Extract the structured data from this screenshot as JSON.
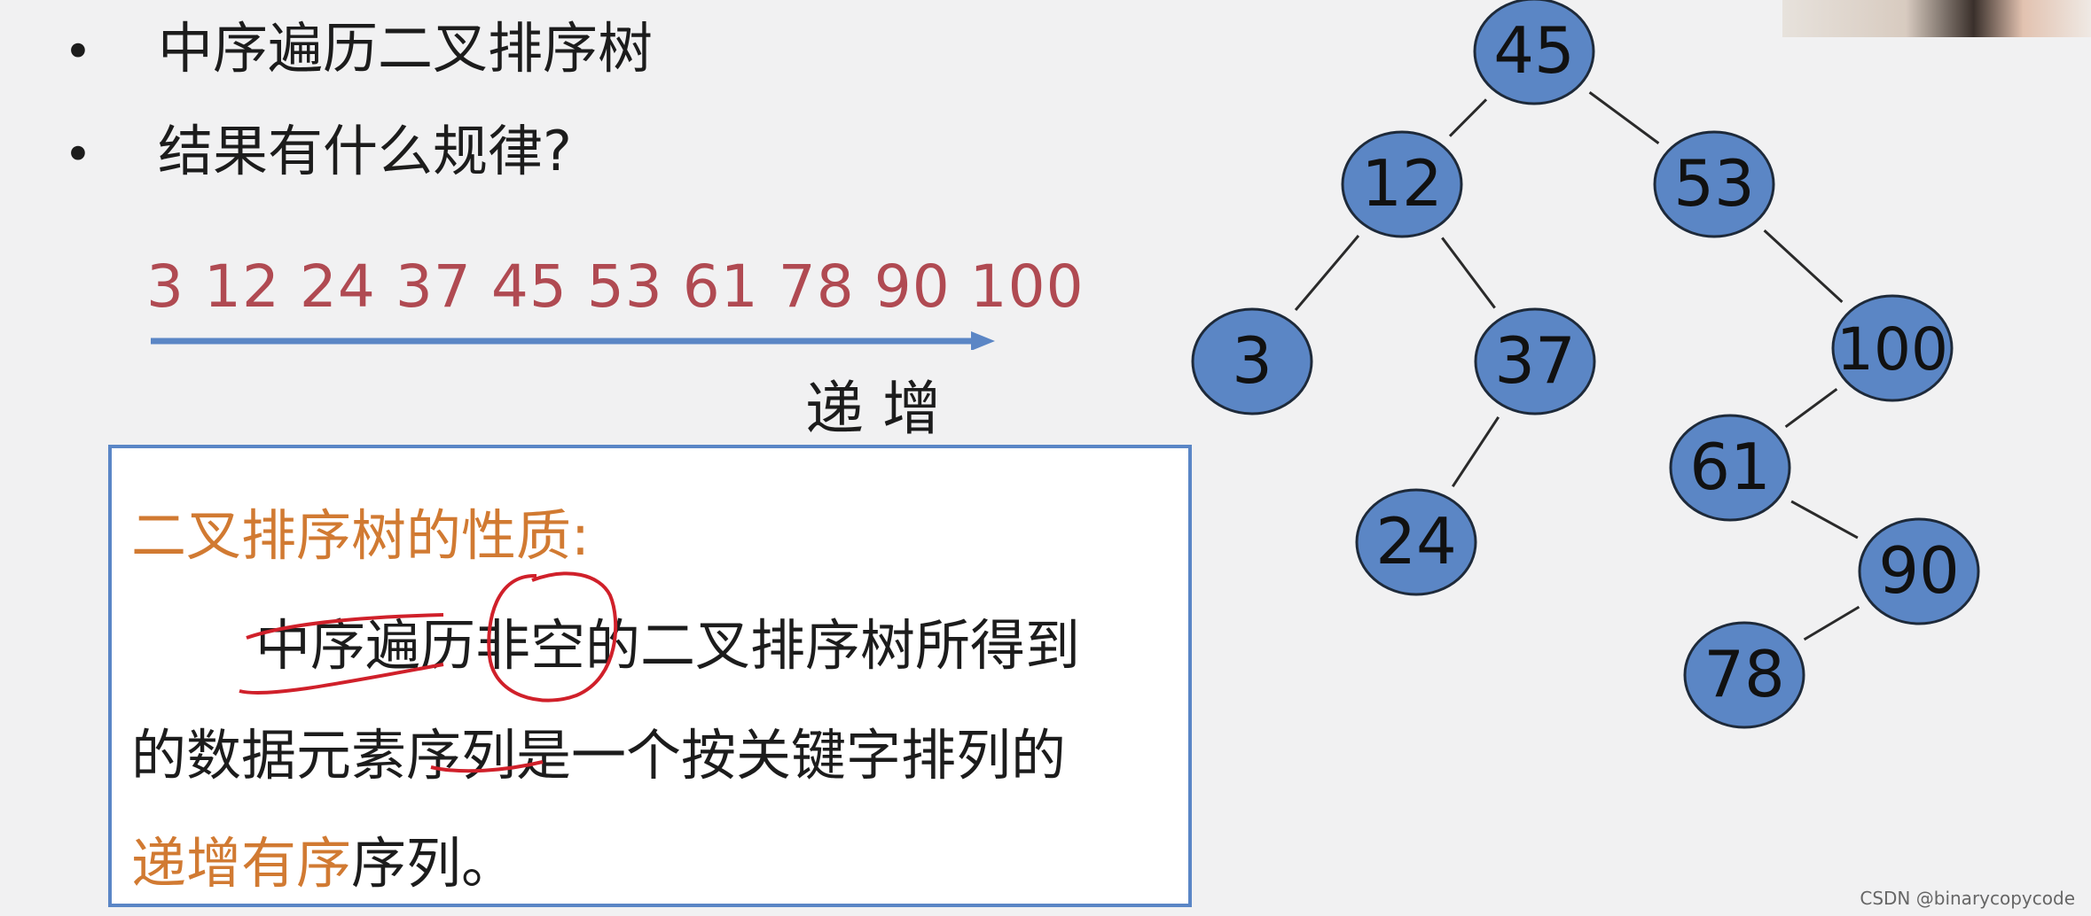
{
  "bullets": [
    "中序遍历二叉排序树",
    "结果有什么规律?"
  ],
  "sequence": "3 12 24 37 45 53 61 78 90 100",
  "sequence_label": "递 增",
  "property": {
    "title": "二叉排序树的性质:",
    "line1": "中序遍历非空的二叉排序树所得到",
    "line2": "的数据元素序列是一个按关键字排列的",
    "line3_highlight": "递增有序",
    "line3_rest": "序列。"
  },
  "tree": {
    "node_color": "#5b86c5",
    "nodes": [
      "45",
      "12",
      "53",
      "3",
      "37",
      "100",
      "24",
      "61",
      "90",
      "78"
    ],
    "edges": [
      [
        "45",
        "12"
      ],
      [
        "45",
        "53"
      ],
      [
        "12",
        "3"
      ],
      [
        "12",
        "37"
      ],
      [
        "53",
        "100"
      ],
      [
        "37",
        "24"
      ],
      [
        "100",
        "61"
      ],
      [
        "61",
        "90"
      ],
      [
        "90",
        "78"
      ]
    ]
  },
  "colors": {
    "sequence": "#b04a52",
    "accent": "#d17a32",
    "box_border": "#5a86c6",
    "arrow": "#5b86c5",
    "annotation": "#d0202a"
  },
  "watermark": "CSDN @binarycopycode"
}
